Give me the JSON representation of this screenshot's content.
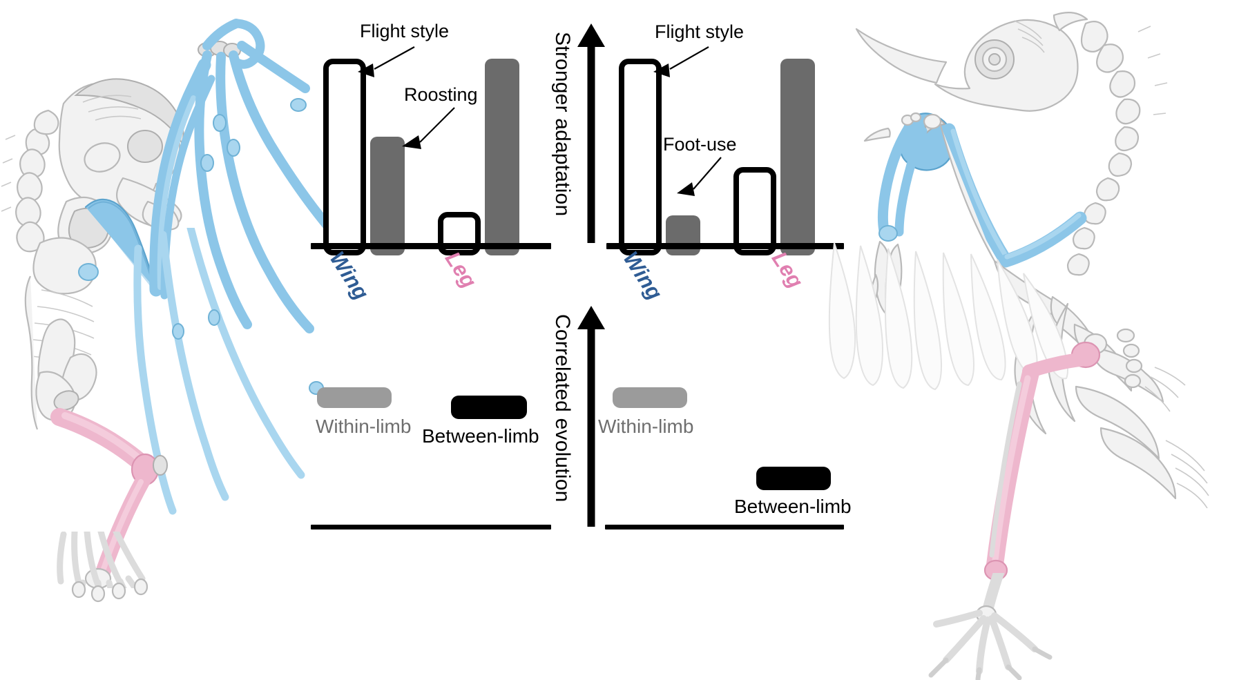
{
  "figure": {
    "title_hidden": "Adaptation and correlated evolution of wing and leg in bats and birds",
    "axes": {
      "top_label": "Stronger adaptation",
      "bottom_label": "Correlated evolution"
    }
  },
  "panels": {
    "left": {
      "organism": "bat",
      "top_chart": {
        "annotations": [
          {
            "label": "Flight style",
            "target": "wing-open-bar"
          },
          {
            "label": "Roosting",
            "target": "wing-filled-bar"
          }
        ],
        "categories": [
          "Wing",
          "Leg"
        ],
        "category_colors": {
          "Wing": "#2f5c94",
          "Leg": "#e07fb0"
        }
      },
      "bottom_chart": {
        "legend": [
          {
            "label": "Within-limb",
            "color": "#9b9b9b"
          },
          {
            "label": "Between-limb",
            "color": "#000000"
          }
        ]
      }
    },
    "right": {
      "organism": "bird",
      "top_chart": {
        "annotations": [
          {
            "label": "Flight style",
            "target": "wing-open-bar"
          },
          {
            "label": "Foot-use",
            "target": "wing-filled-bar"
          }
        ],
        "categories": [
          "Wing",
          "Leg"
        ],
        "category_colors": {
          "Wing": "#2f5c94",
          "Leg": "#e07fb0"
        }
      },
      "bottom_chart": {
        "legend": [
          {
            "label": "Within-limb",
            "color": "#9b9b9b"
          },
          {
            "label": "Between-limb",
            "color": "#000000"
          }
        ]
      }
    }
  },
  "chart_data": [
    {
      "id": "bat-adaptation",
      "type": "bar",
      "title": "Stronger adaptation — bat",
      "xlabel": "",
      "ylabel": "Stronger adaptation",
      "categories": [
        "Wing",
        "Leg"
      ],
      "series": [
        {
          "name": "Within-limb",
          "style": "open",
          "values": [
            100,
            22
          ]
        },
        {
          "name": "Between-limb",
          "style": "filled",
          "values": [
            61,
            100
          ]
        }
      ],
      "series_annotations": {
        "Wing within-limb": "Flight style",
        "Wing between-limb": "Roosting"
      },
      "ylim": [
        0,
        110
      ],
      "grid": false,
      "legend": "none"
    },
    {
      "id": "bird-adaptation",
      "type": "bar",
      "title": "Stronger adaptation — bird",
      "xlabel": "",
      "ylabel": "Stronger adaptation",
      "categories": [
        "Wing",
        "Leg"
      ],
      "series": [
        {
          "name": "Within-limb",
          "style": "open",
          "values": [
            100,
            44
          ]
        },
        {
          "name": "Between-limb",
          "style": "filled",
          "values": [
            20,
            100
          ]
        }
      ],
      "series_annotations": {
        "Wing within-limb": "Flight style",
        "Wing between-limb": "Foot-use"
      },
      "ylim": [
        0,
        110
      ],
      "grid": false,
      "legend": "none"
    },
    {
      "id": "bat-correlated-evolution",
      "type": "bar",
      "title": "Correlated evolution — bat",
      "xlabel": "",
      "ylabel": "Correlated evolution",
      "categories": [
        "Within-limb",
        "Between-limb"
      ],
      "values": [
        49,
        56
      ],
      "ylim": [
        0,
        100
      ],
      "grid": false,
      "legend": "inline-labels"
    },
    {
      "id": "bird-correlated-evolution",
      "type": "bar",
      "title": "Correlated evolution — bird",
      "xlabel": "",
      "ylabel": "Correlated evolution",
      "categories": [
        "Within-limb",
        "Between-limb"
      ],
      "values": [
        49,
        18
      ],
      "ylim": [
        0,
        100
      ],
      "grid": false,
      "legend": "inline-labels"
    }
  ],
  "colors": {
    "open_bar_outline": "#000000",
    "filled_bar": "#6b6b6b",
    "within_limb": "#9b9b9b",
    "between_limb": "#000000",
    "wing_label": "#2f5c94",
    "leg_label": "#e07fb0",
    "wing_bone": "#8cc6e8",
    "leg_bone": "#eeb7cd",
    "bone": "#f2f2f2"
  }
}
